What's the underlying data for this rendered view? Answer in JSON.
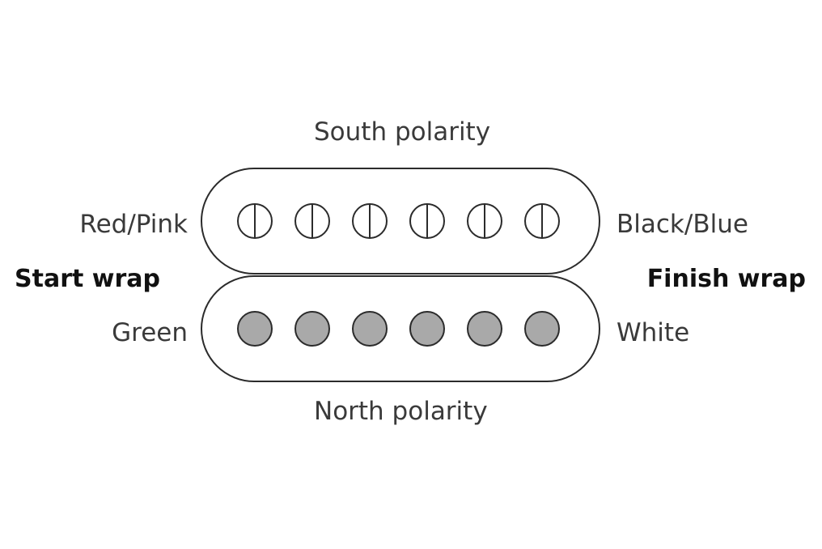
{
  "labels": {
    "top": "South polarity",
    "bottom": "North polarity",
    "left_top": "Red/Pink",
    "left_bottom": "Green",
    "right_top": "Black/Blue",
    "right_bottom": "White",
    "left_side": "Start wrap",
    "right_side": "Finish wrap"
  },
  "coils": {
    "top": {
      "pole_count": 6,
      "pole_style": "split-circle"
    },
    "bottom": {
      "pole_count": 6,
      "pole_style": "filled"
    }
  },
  "colors": {
    "outline": "#2b2b2b",
    "filled_pole": "#a9a9a9",
    "text": "#3a3a3a",
    "bold_text": "#111111"
  }
}
